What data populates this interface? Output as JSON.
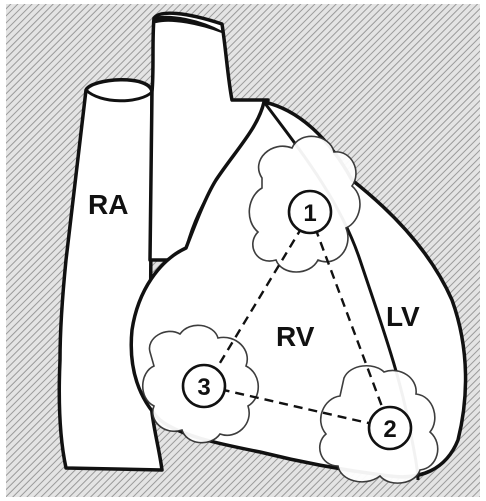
{
  "labels": {
    "right_atrium": "RA",
    "right_ventricle": "RV",
    "left_ventricle": "LV"
  },
  "sites": [
    {
      "id": "site-1",
      "number": "1"
    },
    {
      "id": "site-2",
      "number": "2"
    },
    {
      "id": "site-3",
      "number": "3"
    }
  ],
  "colors": {
    "background_hatch": "#b8b8b8",
    "outline": "#111111",
    "fill": "#ffffff"
  }
}
